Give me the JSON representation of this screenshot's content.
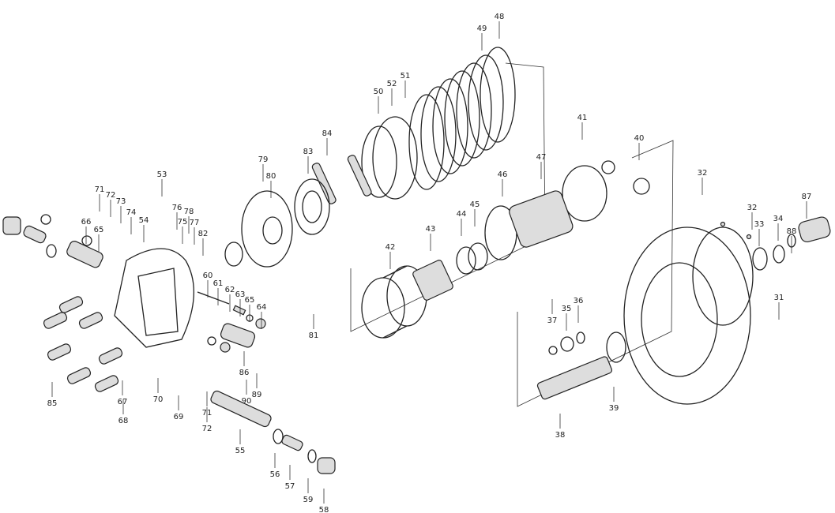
{
  "diagram": {
    "type": "exploded-parts-diagram",
    "part_labels": [
      "48",
      "49",
      "52",
      "51",
      "50",
      "84",
      "83",
      "79",
      "80",
      "81",
      "41",
      "40",
      "47",
      "46",
      "45",
      "44",
      "43",
      "42",
      "32",
      "32",
      "33",
      "34",
      "88",
      "87",
      "31",
      "37",
      "35",
      "36",
      "39",
      "38",
      "53",
      "71",
      "72",
      "73",
      "74",
      "66",
      "65",
      "54",
      "76",
      "75",
      "78",
      "77",
      "82",
      "60",
      "61",
      "62",
      "63",
      "65",
      "64",
      "86",
      "89",
      "90",
      "85",
      "67",
      "68",
      "70",
      "69",
      "71",
      "72",
      "55",
      "56",
      "57",
      "59",
      "58"
    ]
  }
}
